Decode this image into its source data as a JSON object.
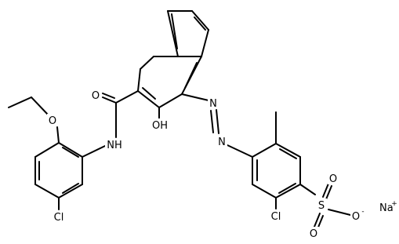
{
  "labels": {
    "amide_o": "O",
    "amide_nh": "NH",
    "ether_o": "O",
    "chloro_left": "Cl",
    "hydroxy": "OH",
    "azo_n1": "N",
    "azo_n2": "N",
    "sulfur": "S",
    "sulfonyl_o_top": "O",
    "sulfonyl_o_bottom": "O",
    "sulfonate_o": "O",
    "sulfonate_charge": "-",
    "chloro_right": "Cl",
    "sodium": "Na",
    "sodium_charge": "+"
  }
}
